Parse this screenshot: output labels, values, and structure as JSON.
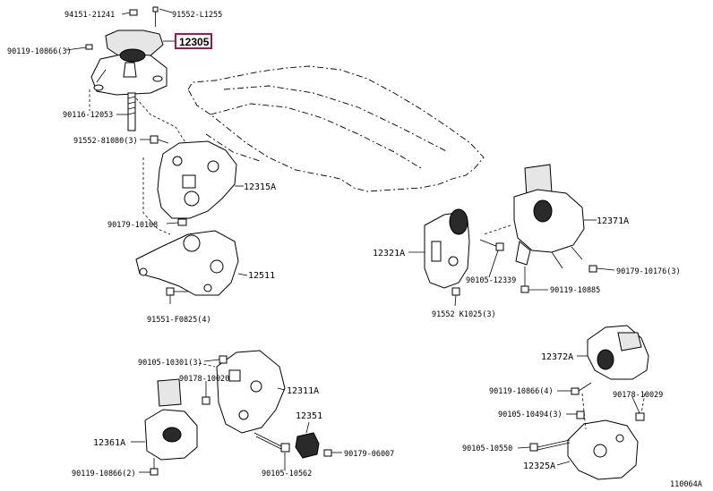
{
  "diagram_id": "110064A",
  "highlight_color": "#a3154d",
  "labels": {
    "p94151_21241": "94151-21241",
    "p91552_l1255": "91552-L1255",
    "p12305": "12305",
    "p90119_10866_3_top": "90119-10866(3)",
    "p90116_12053": "90116-12053",
    "p91552_81080_3": "91552-81080(3)",
    "p12315a": "12315A",
    "p90179_10108": "90179-10108",
    "p12511": "12511",
    "p91551_f0825_4": "91551-F0825(4)",
    "p12321a": "12321A",
    "p90105_12339": "90105-12339",
    "p91552_k1025_3": "91552 K1025(3)",
    "p12371a": "12371A",
    "p90179_10176_3": "90179-10176(3)",
    "p90119_10885": "90119-10885",
    "p90105_10301_3": "90105-10301(3)",
    "p90178_10020": "90178-10020",
    "p12311a": "12311A",
    "p12361a": "12361A",
    "p12351": "12351",
    "p90179_06007": "90179-06007",
    "p90119_10866_2": "90119-10866(2)",
    "p90105_10562": "90105-10562",
    "p12372a": "12372A",
    "p90119_10866_4": "90119-10866(4)",
    "p90178_10029": "90178-10029",
    "p90105_10494_3": "90105-10494(3)",
    "p90105_10550": "90105-10550",
    "p12325a": "12325A"
  }
}
